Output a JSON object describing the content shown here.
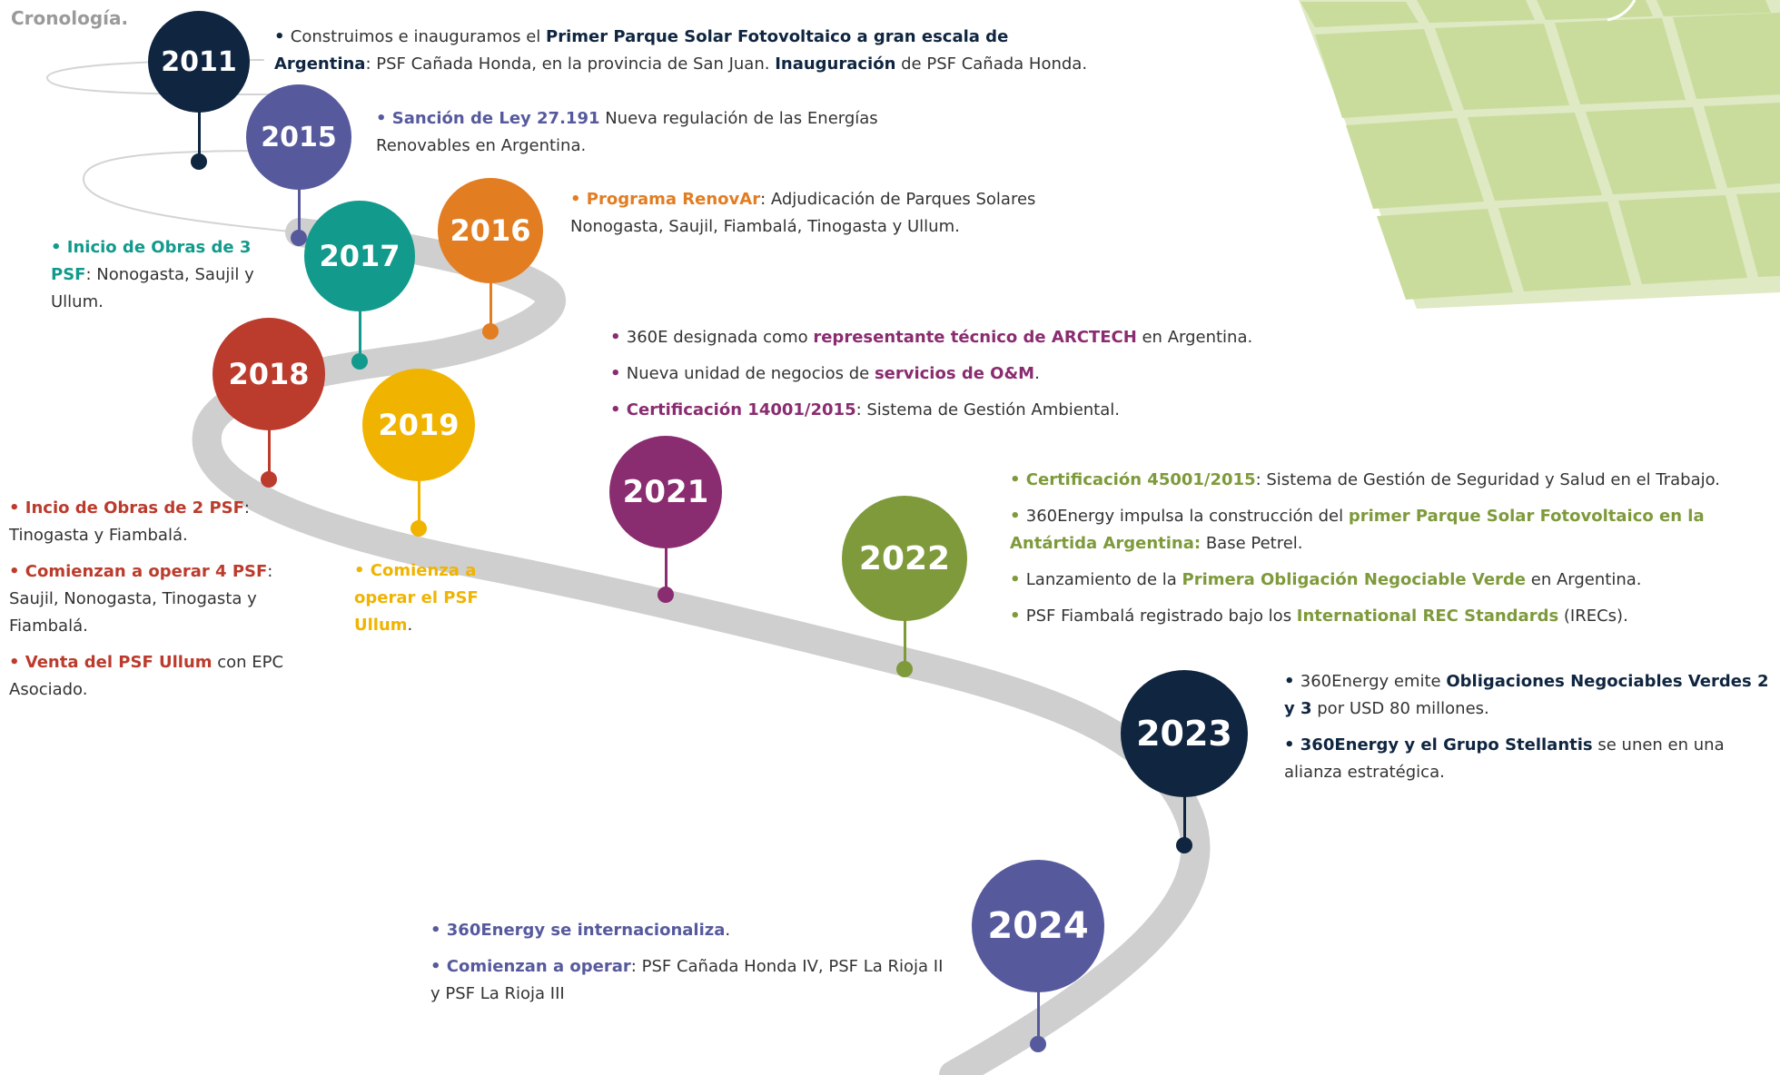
{
  "title": "Cronología.",
  "colors": {
    "navy": "#0f2540",
    "purple_blue": "#565a9d",
    "teal": "#129a8c",
    "orange": "#e27d22",
    "red": "#bb3b2c",
    "yellow": "#f0b400",
    "magenta": "#8a2c70",
    "olive": "#7e9a3b",
    "road": "#cfcfcf",
    "panel": "#cfe0a6"
  },
  "milestones": [
    {
      "year": "2011",
      "color": "#0f2540"
    },
    {
      "year": "2015",
      "color": "#565a9d"
    },
    {
      "year": "2016",
      "color": "#e27d22"
    },
    {
      "year": "2017",
      "color": "#129a8c"
    },
    {
      "year": "2018",
      "color": "#bb3b2c"
    },
    {
      "year": "2019",
      "color": "#f0b400"
    },
    {
      "year": "2021",
      "color": "#8a2c70"
    },
    {
      "year": "2022",
      "color": "#7e9a3b"
    },
    {
      "year": "2023",
      "color": "#0f2540"
    },
    {
      "year": "2024",
      "color": "#565a9d"
    }
  ],
  "texts": {
    "t2011": [
      {
        "segments": [
          "Construimos e inauguramos el ",
          "Primer Parque Solar Fotovoltaico a gran escala de Argentina",
          ": PSF Cañada Honda, en la provincia de San Juan. ",
          "Inauguración",
          " de PSF Cañada Honda."
        ]
      }
    ],
    "t2015": [
      {
        "segments": [
          "",
          "Sanción de Ley 27.191",
          " Nueva regulación de las Energías Renovables  en Argentina."
        ]
      }
    ],
    "t2016": [
      {
        "segments": [
          "",
          "Programa RenovAr",
          ": Adjudicación de Parques Solares Nonogasta, Saujil, Fiambalá, Tinogasta y Ullum."
        ]
      }
    ],
    "t2017": [
      {
        "segments": [
          "",
          "Inicio de Obras de 3 PSF",
          ": Nonogasta, Saujil y Ullum."
        ]
      }
    ],
    "t2018": [
      {
        "segments": [
          "",
          "Incio de Obras de 2 PSF",
          ": Tinogasta y Fiambalá."
        ]
      },
      {
        "segments": [
          "",
          "Comienzan a operar 4 PSF",
          ": Saujil, Nonogasta, Tinogasta y Fiambalá."
        ]
      },
      {
        "segments": [
          "",
          "Venta del PSF Ullum",
          " con EPC Asociado."
        ]
      }
    ],
    "t2019": [
      {
        "segments": [
          "",
          "Comienza a operar el PSF Ullum",
          "."
        ]
      }
    ],
    "t2021": [
      {
        "segments": [
          "360E designada como ",
          "representante técnico de ARCTECH",
          " en Argentina."
        ]
      },
      {
        "segments": [
          "Nueva unidad de negocios de ",
          "servicios de O&M",
          "."
        ]
      },
      {
        "segments": [
          "",
          "Certificación 14001/2015",
          ": Sistema de Gestión Ambiental."
        ]
      }
    ],
    "t2022": [
      {
        "segments": [
          "",
          "Certificación 45001/2015",
          ": Sistema de Gestión de Seguridad y Salud en el Trabajo."
        ]
      },
      {
        "segments": [
          "360Energy impulsa la construcción del ",
          "primer Parque Solar Fotovoltaico en la Antártida Argentina:",
          " Base Petrel."
        ]
      },
      {
        "segments": [
          "Lanzamiento de la ",
          "Primera Obligación Negociable Verde",
          " en Argentina."
        ]
      },
      {
        "segments": [
          "PSF Fiambalá registrado bajo los ",
          "International REC Standards",
          " (IRECs)."
        ]
      }
    ],
    "t2023": [
      {
        "segments": [
          "360Energy emite ",
          "Obligaciones Negociables Verdes 2 y 3",
          " por USD 80 millones."
        ]
      },
      {
        "segments": [
          "",
          "360Energy y el Grupo Stellantis",
          " se unen en una alianza estratégica."
        ]
      }
    ],
    "t2024": [
      {
        "segments": [
          "",
          "360Energy se internacionaliza",
          "."
        ]
      },
      {
        "segments": [
          "",
          "Comienzan a operar",
          ": PSF Cañada Honda IV, PSF La Rioja II y PSF La Rioja III"
        ]
      }
    ]
  }
}
